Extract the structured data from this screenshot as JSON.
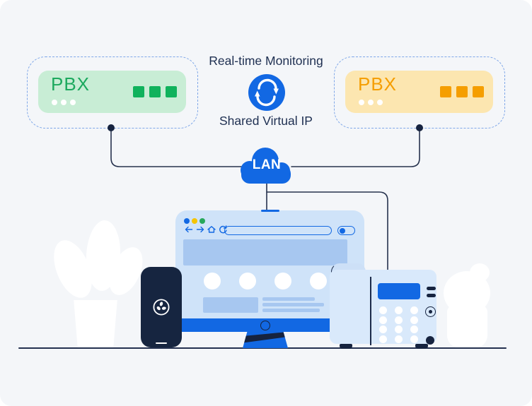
{
  "header": {
    "monitoring_label": "Real-time Monitoring",
    "virtual_ip_label": "Shared Virtual IP"
  },
  "network": {
    "lan_label": "LAN"
  },
  "pbx_primary": {
    "label": "PBX",
    "device_bg": "#c8edd5",
    "accent": "#1ca95e",
    "status_dots": 3,
    "indicator_squares": 3
  },
  "pbx_secondary": {
    "label": "PBX",
    "device_bg": "#fce6b0",
    "accent": "#f59e00",
    "status_dots": 3,
    "indicator_squares": 3
  },
  "colors": {
    "brand_blue": "#1268e3",
    "navy": "#16233f",
    "card_bg": "#f4f6f9",
    "dashed_border": "#7fa7e8",
    "monitor_screen": "#cfe3f9",
    "monitor_accent": "#a7c7f0",
    "deskphone_body": "#d9e9fb",
    "window_dot_yellow": "#f5c400",
    "window_dot_green": "#27a85b",
    "plant_white": "#ffffff"
  },
  "icons": {
    "sync": "sync-refresh-icon",
    "cloud": "lan-cloud-icon",
    "browser_back": "back-arrow-icon",
    "browser_forward": "forward-arrow-icon",
    "browser_home": "home-icon",
    "browser_reload": "reload-icon",
    "phone_logo": "softphone-app-logo-icon"
  }
}
